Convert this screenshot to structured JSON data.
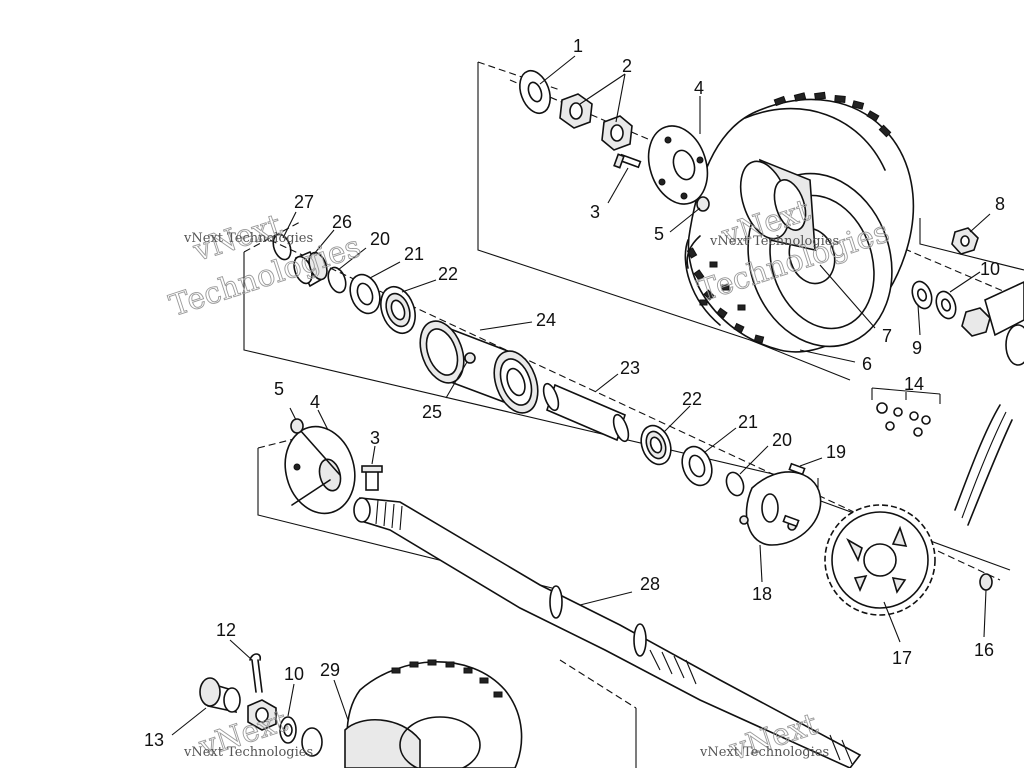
{
  "diagram": {
    "callouts": {
      "c1": "1",
      "c2": "2",
      "c3a": "3",
      "c3b": "3",
      "c4a": "4",
      "c4b": "4",
      "c5a": "5",
      "c5b": "5",
      "c6": "6",
      "c7": "7",
      "c8": "8",
      "c9": "9",
      "c10a": "10",
      "c10b": "10",
      "c12": "12",
      "c13": "13",
      "c14": "14",
      "c16": "16",
      "c17": "17",
      "c18": "18",
      "c19": "19",
      "c20a": "20",
      "c20b": "20",
      "c21a": "21",
      "c21b": "21",
      "c22a": "22",
      "c22b": "22",
      "c23": "23",
      "c24": "24",
      "c25": "25",
      "c26": "26",
      "c27": "27",
      "c28": "28",
      "c29": "29"
    },
    "watermark": {
      "line1": "vNext",
      "line2": "Technologies",
      "small": "vNext Technologies"
    }
  }
}
